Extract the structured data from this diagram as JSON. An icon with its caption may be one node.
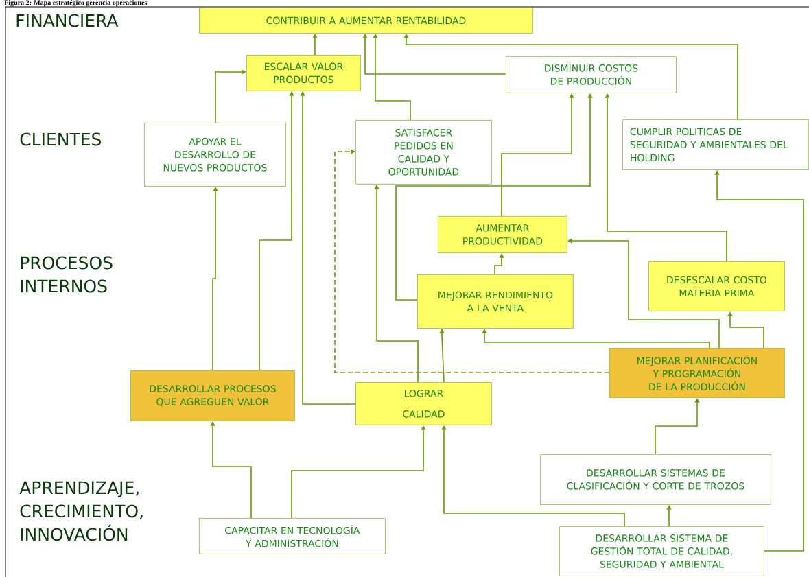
{
  "diagram": {
    "title": "Figura 2: Mapa estratégico gerencia operaciones",
    "nodes": [
      {
        "text": [
          "CONTRIBUIR A AUMENTAR RENTABILIDAD"
        ]
      },
      {
        "text": [
          "ESCALAR VALOR PRODUCTOS"
        ]
      },
      {
        "text": [
          "DISMINUIR COSTOS DE PRODUCCIÓN"
        ]
      },
      {
        "text": [
          "APOYAR EL DESARROLLO DE NUEVOS PRODUCTOS"
        ]
      },
      {
        "text": [
          "SATISFACER PEDIDOS EN CALIDAD Y OPORTUNIDAD"
        ]
      },
      {
        "text": [
          "CUMPLIR POLITICAS DE SEGURIDAD  Y AMBIENTALES DEL HOLDING"
        ]
      },
      {
        "text": [
          "AUMENTAR PRODUCTIVIDAD"
        ]
      },
      {
        "text": [
          "MEJORAR RENDIMIENTO A LA VENTA"
        ]
      },
      {
        "text": [
          "DESESCALAR COSTO MATERIA PRIMA"
        ]
      },
      {
        "text": [
          "DESARROLLAR PROCESOS  QUE AGREGUEN VALOR"
        ]
      },
      {
        "text": [
          "LOGRAR CALIDAD"
        ]
      },
      {
        "text": [
          "MEJORAR PLANIFICACIÓN Y PROGRAMACIÓN DE LA PRODUCCIÓN"
        ]
      },
      {
        "text": [
          "DESARROLLAR SISTEMAS DE CLASIFICACIÓN Y CORTE DE TROZOS"
        ]
      },
      {
        "text": [
          "CAPACITAR EN TECNOLOGÍA Y ADMINISTRACIÓN"
        ]
      },
      {
        "text": [
          "DESARROLLAR SISTEMA DE GESTIÓN TOTAL DE CALIDAD, SEGURIDAD Y AMBIENTAL"
        ]
      }
    ],
    "edges": [
      {
        "from": 1,
        "to": 0,
        "arrow": "to"
      },
      {
        "from": 2,
        "to": 0,
        "arrow": "to"
      },
      {
        "from": 4,
        "to": 0,
        "arrow": "to"
      },
      {
        "from": 5,
        "to": 0,
        "arrow": "to"
      },
      {
        "from": 3,
        "to": 1,
        "arrow": "to"
      },
      {
        "from": 9,
        "to": 1,
        "arrow": "to"
      },
      {
        "from": 10,
        "to": 1,
        "arrow": "to"
      },
      {
        "from": 6,
        "to": 2,
        "arrow": "to"
      },
      {
        "from": 7,
        "to": 2,
        "arrow": "to"
      },
      {
        "from": 8,
        "to": 2,
        "arrow": "to"
      },
      {
        "from": 9,
        "to": 3,
        "arrow": "to"
      },
      {
        "from": 10,
        "to": 4,
        "arrow": "to"
      },
      {
        "from": 11,
        "to": 4,
        "arrow": "to",
        "style": "dashed"
      },
      {
        "from": 7,
        "to": 6,
        "arrow": "to"
      },
      {
        "from": 11,
        "to": 6,
        "arrow": "to"
      },
      {
        "from": 10,
        "to": 7,
        "arrow": "to"
      },
      {
        "from": 11,
        "to": 7,
        "arrow": "to"
      },
      {
        "from": 11,
        "to": 8,
        "arrow": "to"
      },
      {
        "from": 13,
        "to": 9,
        "arrow": "to"
      },
      {
        "from": 13,
        "to": 10,
        "arrow": "to"
      },
      {
        "from": 14,
        "to": 10,
        "arrow": "to"
      },
      {
        "from": 12,
        "to": 11,
        "arrow": "to"
      },
      {
        "from": 14,
        "to": 12,
        "arrow": "to"
      },
      {
        "from": 14,
        "to": 5,
        "arrow": "to"
      }
    ],
    "labels": [
      "FINANCIERA",
      "CLIENTES",
      "PROCESOS INTERNOS",
      "APRENDIZAJE, CRECIMIENTO, INNOVACIÓN"
    ]
  }
}
